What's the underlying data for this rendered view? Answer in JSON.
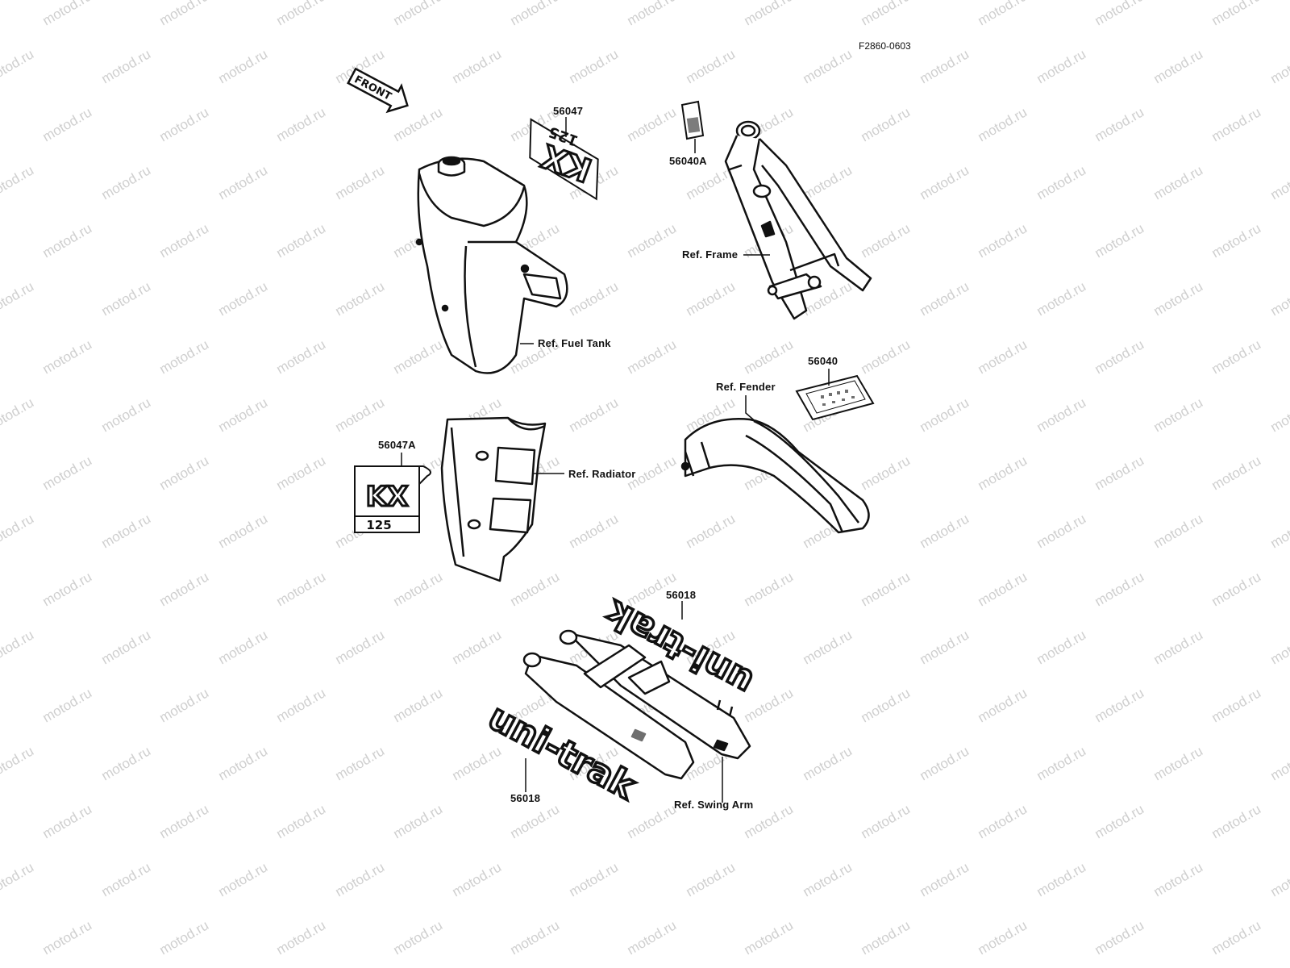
{
  "drawing_code": "F2860-0603",
  "watermark": "motod.ru",
  "front_arrow_text": "FRONT",
  "parts": [
    {
      "id": "56047",
      "decal_text": "KX",
      "decal_sub": "125"
    },
    {
      "id": "56040A"
    },
    {
      "id": "56040"
    },
    {
      "id": "56047A",
      "decal_text": "KX",
      "decal_sub": "125"
    },
    {
      "id": "56018",
      "decal_text": "uni-trak"
    },
    {
      "id": "56018",
      "decal_text": "uni-trak"
    }
  ],
  "references": [
    "Ref. Fuel Tank",
    "Ref. Frame",
    "Ref. Fender",
    "Ref. Radiator",
    "Ref. Swing Arm"
  ]
}
